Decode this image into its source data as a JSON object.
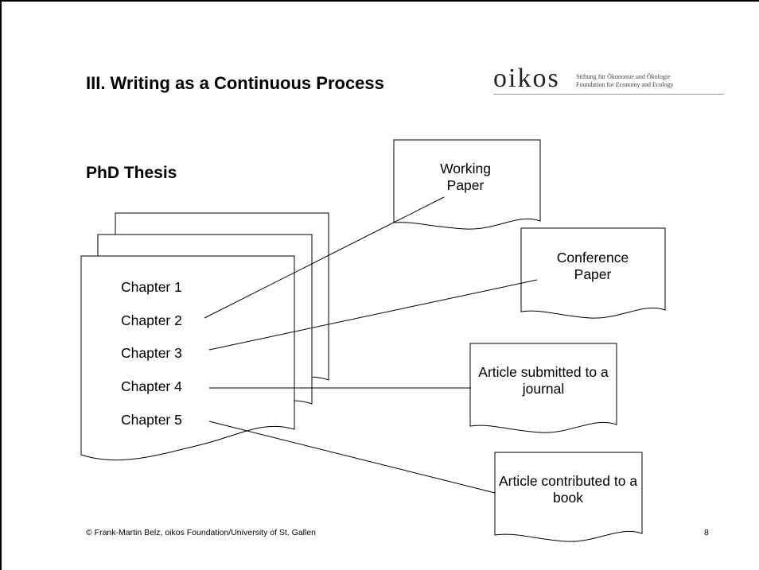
{
  "slide": {
    "title": "III. Writing as a Continuous Process",
    "subtitle": "PhD Thesis",
    "logo": {
      "word": "oikos",
      "line1": "Stiftung für Ökonomie und Ökologie",
      "line2": "Foundation for Economy and Ecology"
    },
    "chapters": [
      "Chapter 1",
      "Chapter 2",
      "Chapter 3",
      "Chapter 4",
      "Chapter 5"
    ],
    "outputs": {
      "working_paper": "Working Paper",
      "conference_paper": "Conference Paper",
      "article_journal": "Article submitted to a journal",
      "article_book": "Article contributed to a book"
    },
    "footer": "© Frank-Martin Belz, oikos Foundation/University of St. Gallen",
    "page_number": "8"
  }
}
